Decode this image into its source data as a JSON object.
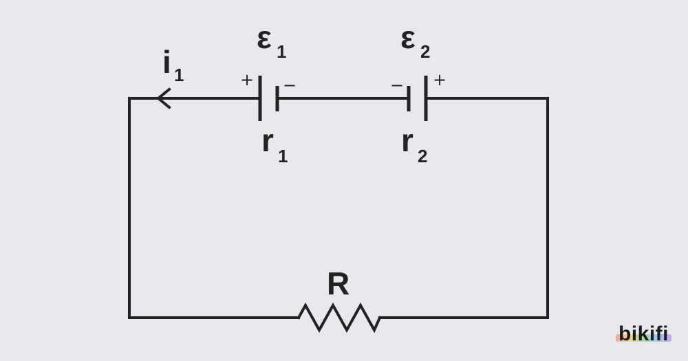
{
  "colors": {
    "background": "#e8e9ed",
    "ink": "#222222"
  },
  "labels": {
    "current": {
      "symbol": "i",
      "subscript": "1"
    },
    "emf1": {
      "symbol": "ε",
      "subscript": "1"
    },
    "emf2": {
      "symbol": "ε",
      "subscript": "2"
    },
    "r1": {
      "symbol": "r",
      "subscript": "1"
    },
    "r2": {
      "symbol": "r",
      "subscript": "2"
    },
    "resistor": "R"
  },
  "polarity": {
    "battery1_left": "+",
    "battery1_right": "−",
    "battery2_left": "−",
    "battery2_right": "+"
  },
  "logo": "bikifi"
}
